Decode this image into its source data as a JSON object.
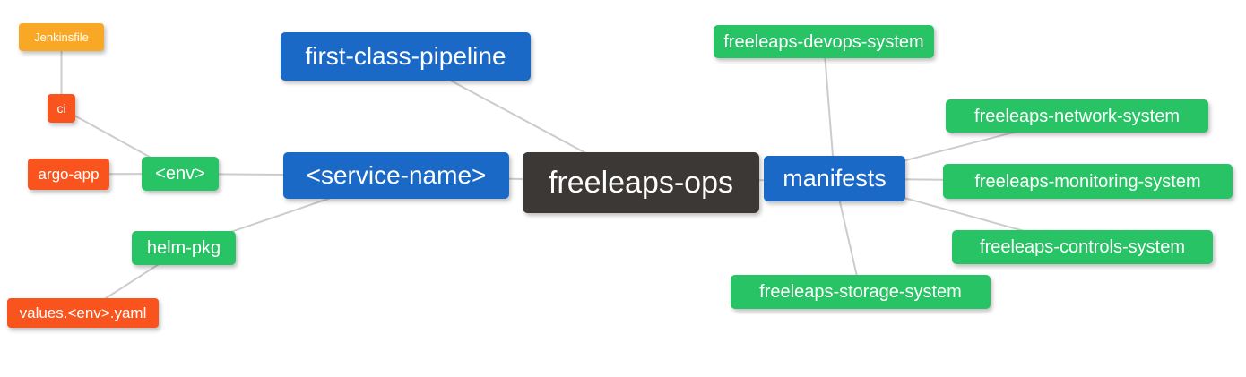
{
  "palette": {
    "branch_blue": "#1A69C7",
    "leaf_green": "#28C364",
    "leaf_orange": "#F9A826",
    "leaf_red": "#F9531E",
    "root_dark": "#3B3835",
    "edge_gray": "#CCCCCC",
    "node_text": "#FFFFFF",
    "background": "#FFFFFF"
  },
  "mindmap": {
    "nodes": {
      "jenkinsfile": {
        "label": "Jenkinsfile",
        "color": "#F9A826"
      },
      "ci": {
        "label": "ci",
        "color": "#F9531E"
      },
      "argo_app": {
        "label": "argo-app",
        "color": "#F9531E"
      },
      "env": {
        "label": "<env>",
        "color": "#28C364"
      },
      "helm_pkg": {
        "label": "helm-pkg",
        "color": "#28C364"
      },
      "values_env_yaml": {
        "label": "values.<env>.yaml",
        "color": "#F9531E"
      },
      "first_class_pipeline": {
        "label": "first-class-pipeline",
        "color": "#1A69C7"
      },
      "service_name": {
        "label": "<service-name>",
        "color": "#1A69C7"
      },
      "root": {
        "label": "freeleaps-ops",
        "color": "#3B3835"
      },
      "manifests": {
        "label": "manifests",
        "color": "#1A69C7"
      },
      "devops_system": {
        "label": "freeleaps-devops-system",
        "color": "#28C364"
      },
      "network_system": {
        "label": "freeleaps-network-system",
        "color": "#28C364"
      },
      "monitoring_system": {
        "label": "freeleaps-monitoring-system",
        "color": "#28C364"
      },
      "controls_system": {
        "label": "freeleaps-controls-system",
        "color": "#28C364"
      },
      "storage_system": {
        "label": "freeleaps-storage-system",
        "color": "#28C364"
      }
    },
    "edges": [
      {
        "from": "jenkinsfile",
        "to": "ci"
      },
      {
        "from": "ci",
        "to": "env"
      },
      {
        "from": "argo_app",
        "to": "env"
      },
      {
        "from": "env",
        "to": "service_name"
      },
      {
        "from": "helm_pkg",
        "to": "service_name"
      },
      {
        "from": "values_env_yaml",
        "to": "helm_pkg"
      },
      {
        "from": "first_class_pipeline",
        "to": "root"
      },
      {
        "from": "service_name",
        "to": "root"
      },
      {
        "from": "root",
        "to": "manifests"
      },
      {
        "from": "manifests",
        "to": "devops_system"
      },
      {
        "from": "manifests",
        "to": "network_system"
      },
      {
        "from": "manifests",
        "to": "monitoring_system"
      },
      {
        "from": "manifests",
        "to": "controls_system"
      },
      {
        "from": "manifests",
        "to": "storage_system"
      }
    ]
  }
}
